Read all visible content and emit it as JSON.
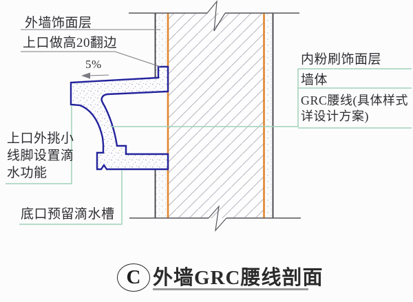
{
  "drawing": {
    "labels_left": {
      "exterior_finish": "外墙饰面层",
      "top_edge_flange": "上口做高20翻边",
      "slope": "5%",
      "drip_molding_line1": "上口外挑小",
      "drip_molding_line2": "线脚设置滴",
      "drip_molding_line3": "水功能",
      "bottom_drip_groove": "底口预留滴水槽"
    },
    "labels_right": {
      "interior_plaster": "内粉刷饰面层",
      "wall_body": "墙体",
      "grc_line1": "GRC腰线(具体样式",
      "grc_line2": "详设计方案)"
    },
    "title": {
      "bubble": "C",
      "text": "外墙GRC腰线剖面"
    },
    "colors": {
      "grc_outline": "#23239d",
      "bond_layer_orange": "#e2862e",
      "leader_teal": "#9fd2b8",
      "hatch_gray": "#b6b6c0",
      "wall_edge": "#3d3d42",
      "cut_line": "#55555a",
      "leader_gray": "#7a7a80",
      "text": "#2e2e33"
    }
  }
}
